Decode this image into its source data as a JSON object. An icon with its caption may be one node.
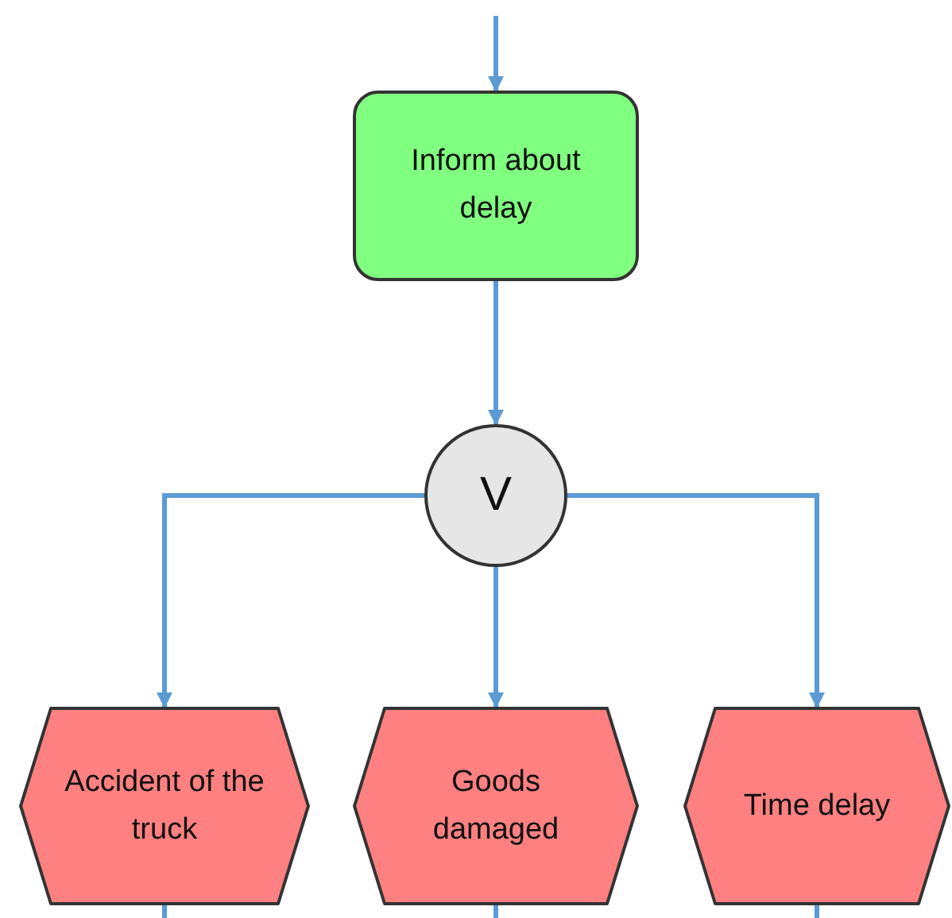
{
  "diagram": {
    "nodes": [
      {
        "text": [
          "Inform about delay"
        ]
      },
      {
        "text": [
          "V"
        ]
      },
      {
        "text": [
          "Accident of the truck"
        ]
      },
      {
        "text": [
          "Goods damaged"
        ]
      },
      {
        "text": [
          "Time delay"
        ]
      }
    ],
    "edges": [
      {
        "from": null,
        "to": 0,
        "arrow": "to"
      },
      {
        "from": 0,
        "to": 1,
        "arrow": "to"
      },
      {
        "from": 1,
        "to": 2,
        "arrow": "to"
      },
      {
        "from": 1,
        "to": 3,
        "arrow": "to"
      },
      {
        "from": 1,
        "to": 4,
        "arrow": "to"
      },
      {
        "from": 2,
        "to": null,
        "arrow": "none"
      },
      {
        "from": 3,
        "to": null,
        "arrow": "none"
      },
      {
        "from": 4,
        "to": null,
        "arrow": "none"
      }
    ]
  }
}
